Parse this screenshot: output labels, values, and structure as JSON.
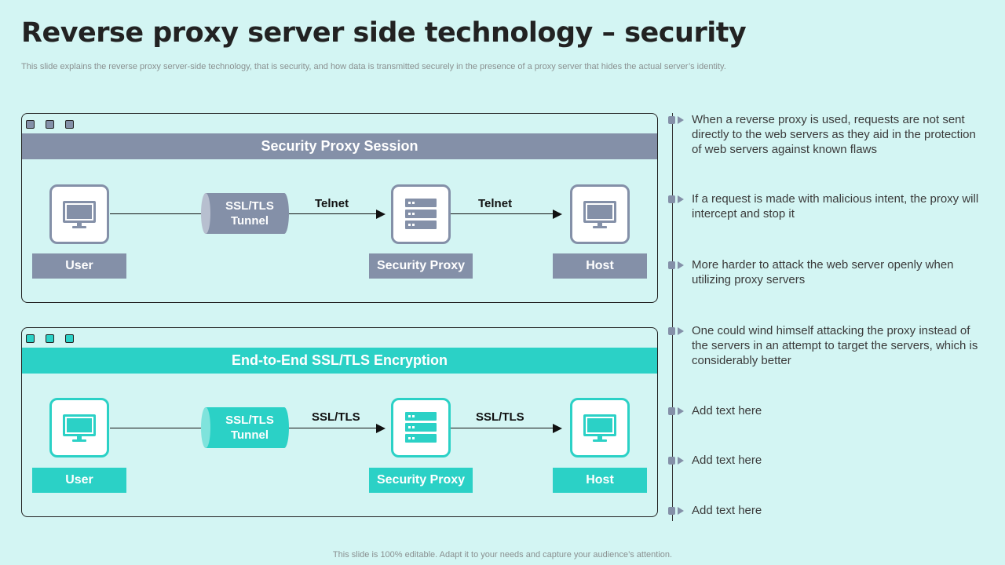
{
  "title": "Reverse proxy server side technology – security",
  "subtitle": "This slide explains the reverse proxy server-side technology, that is security, and how data is transmitted securely in the presence of a proxy server that hides the actual server’s identity.",
  "footer": "This slide is 100% editable. Adapt it to your needs and capture your audience’s attention.",
  "colors": {
    "gray": "#8490a8",
    "teal": "#2bd1c6",
    "background": "#d3f5f3"
  },
  "panels": [
    {
      "header": "Security Proxy Session",
      "tunnel": [
        "SSL/TLS",
        "Tunnel"
      ],
      "conn1": "Telnet",
      "conn2": "Telnet",
      "user": "User",
      "proxy": "Security Proxy",
      "host": "Host",
      "icons": {
        "user": "monitor-icon",
        "proxy": "server-icon",
        "host": "monitor-icon"
      }
    },
    {
      "header": "End-to-End SSL/TLS Encryption",
      "tunnel": [
        "SSL/TLS",
        "Tunnel"
      ],
      "conn1": "SSL/TLS",
      "conn2": "SSL/TLS",
      "user": "User",
      "proxy": "Security Proxy",
      "host": "Host",
      "icons": {
        "user": "monitor-icon",
        "proxy": "server-icon",
        "host": "monitor-icon"
      }
    }
  ],
  "bullets": [
    "When a reverse proxy is used, requests are not sent directly to the web servers as they aid in the protection of web servers against known flaws",
    "If a request is made with malicious intent, the proxy will intercept and stop it",
    "More harder to attack the web server openly when utilizing proxy servers",
    "One could wind himself attacking the proxy instead of the servers in an attempt to target the servers, which is considerably better",
    "Add text here",
    "Add text here",
    "Add text here"
  ]
}
